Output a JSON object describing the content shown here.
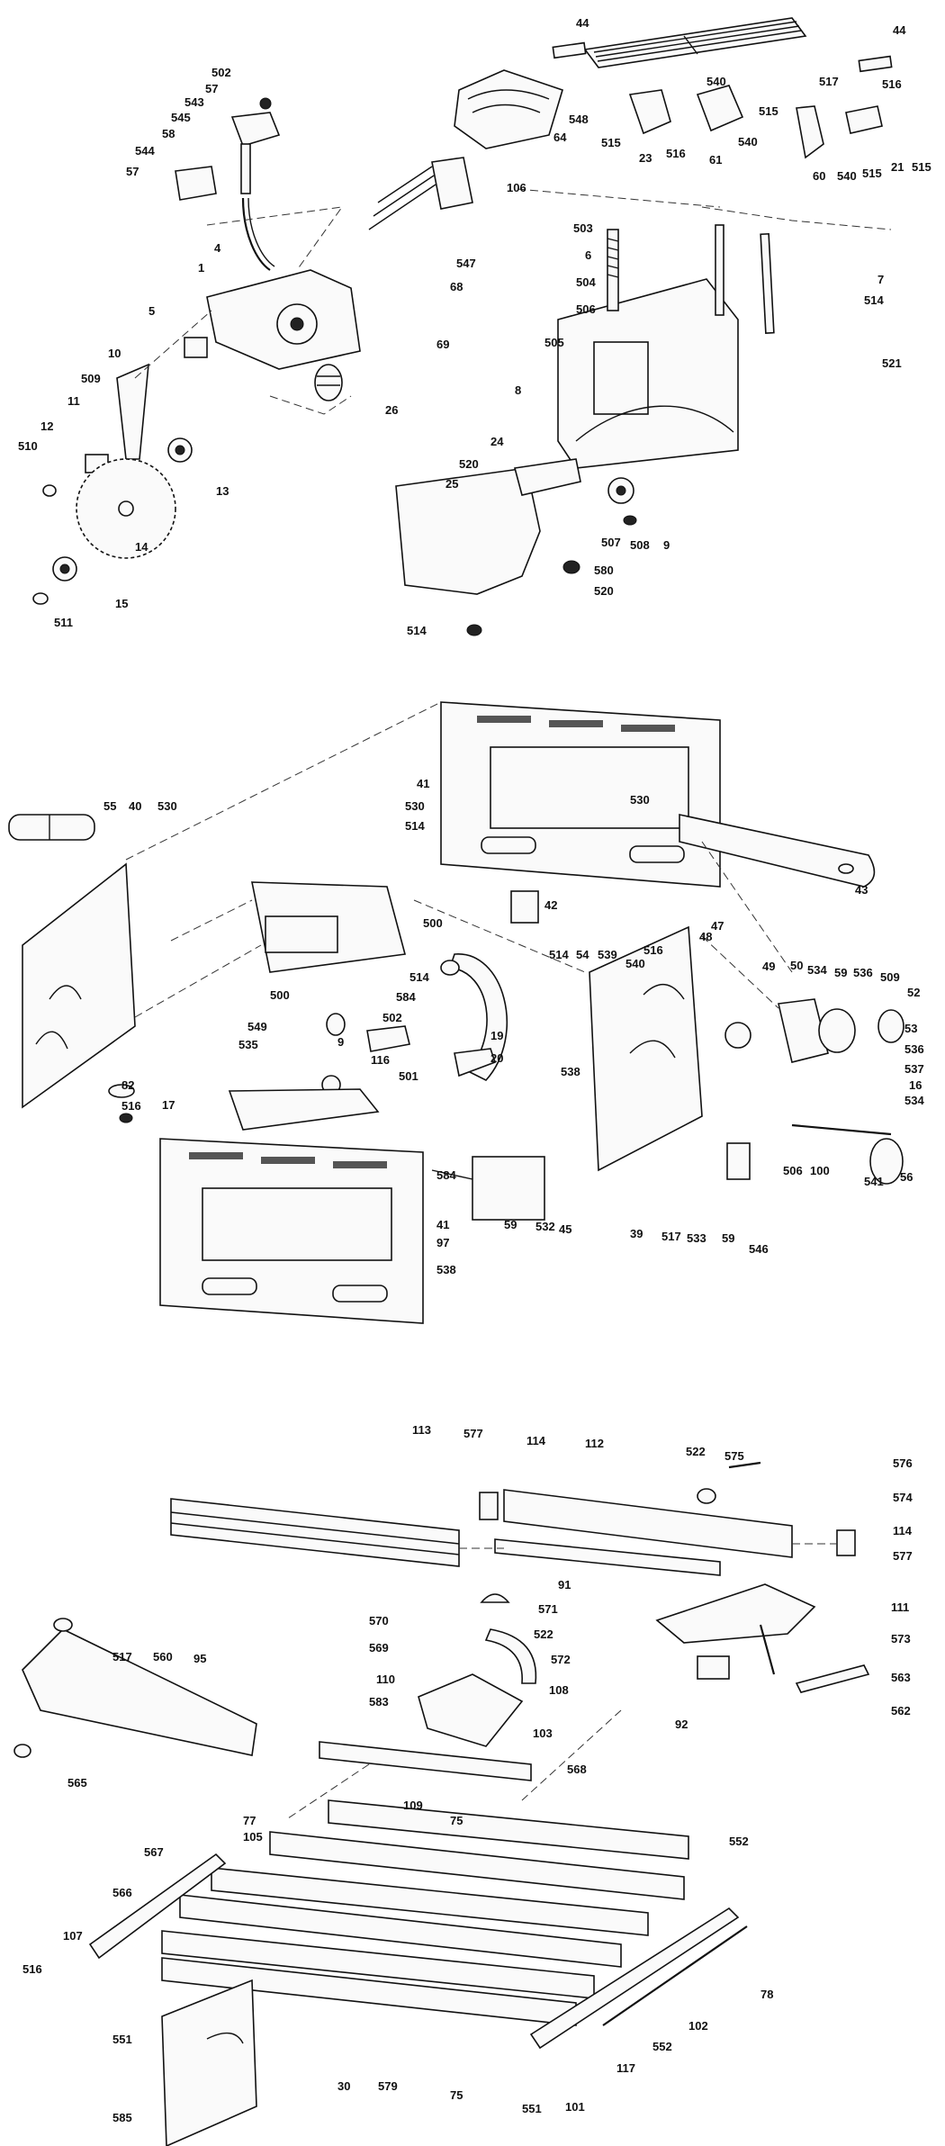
{
  "diagram": {
    "kind": "exploded-parts-diagram",
    "callouts": {
      "p44a": "44",
      "p44b": "44",
      "p502": "502",
      "p57a": "57",
      "p543": "543",
      "p545": "545",
      "p58": "58",
      "p544": "544",
      "p57b": "57",
      "p548": "548",
      "p64": "64",
      "p106": "106",
      "p540a": "540",
      "p515a": "515",
      "p516a": "516",
      "p540b": "540",
      "p515b": "515",
      "p23": "23",
      "p61": "61",
      "p517a": "517",
      "p516b": "516",
      "p60": "60",
      "p540c": "540",
      "p515c": "515",
      "p21": "21",
      "p515d": "515",
      "p503": "503",
      "p6": "6",
      "p504": "504",
      "p506a": "506",
      "p505": "505",
      "p7": "7",
      "p514a": "514",
      "p521": "521",
      "p8": "8",
      "p4": "4",
      "p1": "1",
      "p547": "547",
      "p68": "68",
      "p69": "69",
      "p5": "5",
      "p26": "26",
      "p10": "10",
      "p509a": "509",
      "p11": "11",
      "p12": "12",
      "p510": "510",
      "p13": "13",
      "p14": "14",
      "p15": "15",
      "p511": "511",
      "p24": "24",
      "p520a": "520",
      "p25": "25",
      "p507": "507",
      "p508": "508",
      "p9a": "9",
      "p580": "580",
      "p520b": "520",
      "p514b": "514",
      "p41a": "41",
      "p530a": "530",
      "p530b": "530",
      "p514c": "514",
      "p43": "43",
      "p42": "42",
      "p55": "55",
      "p40": "40",
      "p530c": "530",
      "p500a": "500",
      "p500b": "500",
      "p514d": "514",
      "p584a": "584",
      "p502b": "502",
      "p9b": "9",
      "p116": "116",
      "p501": "501",
      "p19": "19",
      "p20": "20",
      "p549": "549",
      "p535": "535",
      "p514e": "514",
      "p54": "54",
      "p539": "539",
      "p540d": "540",
      "p516c": "516",
      "p538a": "538",
      "p47": "47",
      "p48": "48",
      "p49": "49",
      "p50": "50",
      "p534a": "534",
      "p59a": "59",
      "p536a": "536",
      "p509b": "509",
      "p52": "52",
      "p53": "53",
      "p536b": "536",
      "p537": "537",
      "p16": "16",
      "p534b": "534",
      "p82": "82",
      "p516d": "516",
      "p17": "17",
      "p584b": "584",
      "p59b": "59",
      "p532": "532",
      "p45": "45",
      "p39": "39",
      "p517b": "517",
      "p533": "533",
      "p59c": "59",
      "p546": "546",
      "p506b": "506",
      "p100": "100",
      "p541": "541",
      "p56": "56",
      "p41b": "41",
      "p97": "97",
      "p538b": "538",
      "p113": "113",
      "p577a": "577",
      "p114a": "114",
      "p112": "112",
      "p522a": "522",
      "p575": "575",
      "p576": "576",
      "p574": "574",
      "p114b": "114",
      "p577b": "577",
      "p91": "91",
      "p571": "571",
      "p522b": "522",
      "p572": "572",
      "p111": "111",
      "p570": "570",
      "p569": "569",
      "p573": "573",
      "p108": "108",
      "p110": "110",
      "p563": "563",
      "p583": "583",
      "p92": "92",
      "p562": "562",
      "p103": "103",
      "p517c": "517",
      "p560": "560",
      "p95": "95",
      "p568": "568",
      "p565": "565",
      "p109": "109",
      "p113b": "",
      "p77": "77",
      "p75a": "75",
      "p552a": "552",
      "p567": "567",
      "p105": "105",
      "p566": "566",
      "p107": "107",
      "p516e": "516",
      "p78": "78",
      "p102": "102",
      "p552b": "552",
      "p117": "117",
      "p551a": "551",
      "p30": "30",
      "p579": "579",
      "p75b": "75",
      "p551b": "551",
      "p101": "101",
      "p585": "585"
    }
  }
}
